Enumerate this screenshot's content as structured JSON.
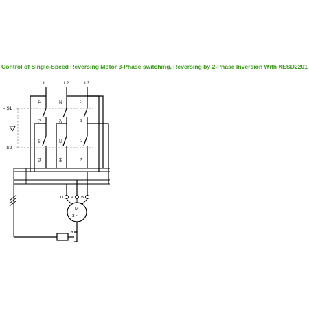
{
  "title": "Control of Single-Speed Reversing Motor 3-Phase switching, Reversing by 2-Phase Inversion With XESD2201",
  "phases": [
    "L1",
    "L2",
    "L3"
  ],
  "switches": [
    "– S1",
    "– S2"
  ],
  "contacts_s1_top": [
    "13",
    "23",
    "33"
  ],
  "contacts_s1_bottom": [
    "14",
    "24",
    "34"
  ],
  "contacts_s2_top": [
    "53",
    "63",
    "73"
  ],
  "contacts_s2_bottom": [
    "54",
    "64",
    "74"
  ],
  "motor": {
    "terminals": [
      "U",
      "V",
      "W"
    ],
    "label": "M",
    "spec": "3 ~"
  },
  "brake_label": "Y"
}
